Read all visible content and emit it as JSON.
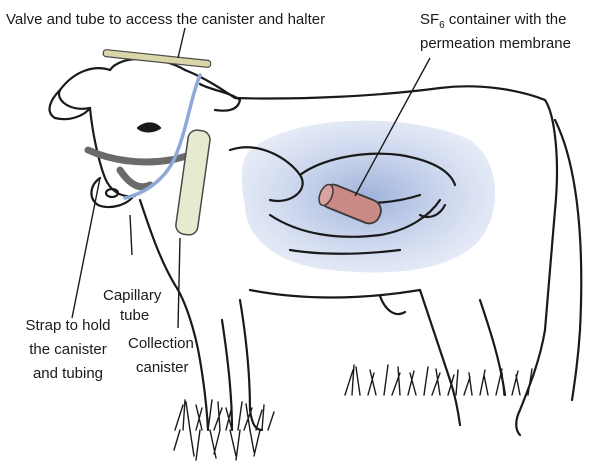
{
  "labels": {
    "valve_tube": "Valve and tube to access the canister and halter",
    "sf6_prefix": "SF",
    "sf6_subscript": "6",
    "sf6_suffix": " container with the",
    "sf6_line2": "permeation membrane",
    "capillary_line1": "Capillary",
    "capillary_line2": "tube",
    "strap_line1": "Strap to hold",
    "strap_line2": "the canister",
    "strap_line3": "and tubing",
    "collection_line1": "Collection",
    "collection_line2": "canister"
  },
  "colors": {
    "outline": "#1a1a1a",
    "rumen_fill": "#9fb3dc",
    "capillary_tube": "#8fa8d8",
    "halter_strap": "#6b6b6b",
    "canister_fill": "#e8ead0",
    "sf6_container": "#c98a86"
  }
}
